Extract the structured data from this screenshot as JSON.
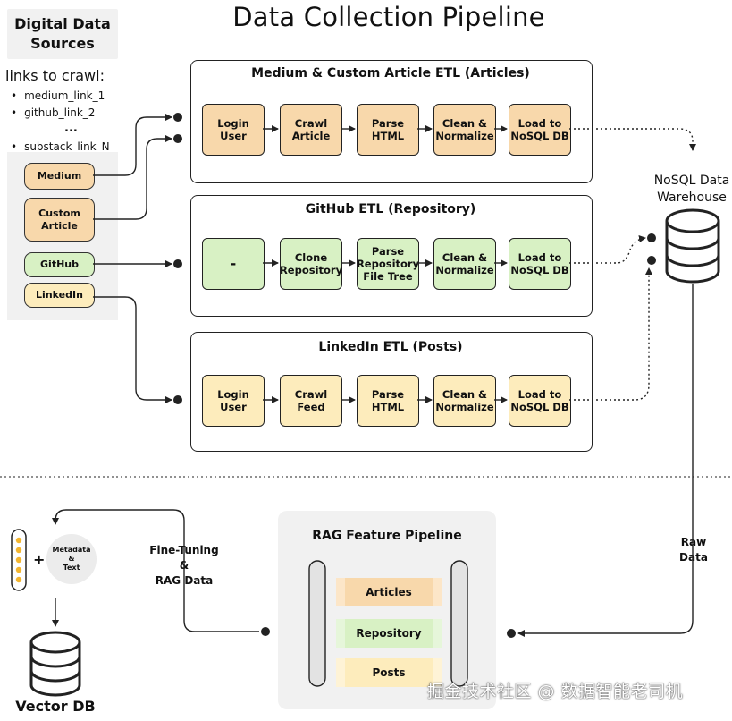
{
  "title": "Data Collection Pipeline",
  "sources": {
    "title_line1": "Digital Data",
    "title_line2": "Sources",
    "links_title": "links to crawl:",
    "links": [
      "medium_link_1",
      "github_link_2",
      "substack_link_N"
    ],
    "ellipsis": "...",
    "items": [
      {
        "label_line1": "Medium",
        "label_line2": "",
        "color": "#f8d8ab"
      },
      {
        "label_line1": "Custom",
        "label_line2": "Article",
        "color": "#f8d8ab"
      },
      {
        "label_line1": "GitHub",
        "label_line2": "",
        "color": "#d8f1c4"
      },
      {
        "label_line1": "LinkedIn",
        "label_line2": "",
        "color": "#fdecbc"
      }
    ]
  },
  "etl": [
    {
      "title": "Medium & Custom Article ETL (Articles)",
      "steps": [
        {
          "l1": "Login",
          "l2": "User",
          "l3": ""
        },
        {
          "l1": "Crawl",
          "l2": "Article",
          "l3": ""
        },
        {
          "l1": "Parse",
          "l2": "HTML",
          "l3": ""
        },
        {
          "l1": "Clean &",
          "l2": "Normalize",
          "l3": ""
        },
        {
          "l1": "Load to",
          "l2": "NoSQL DB",
          "l3": ""
        }
      ]
    },
    {
      "title": "GitHub ETL (Repository)",
      "steps": [
        {
          "l1": "-",
          "l2": "",
          "l3": ""
        },
        {
          "l1": "Clone",
          "l2": "Repository",
          "l3": ""
        },
        {
          "l1": "Parse",
          "l2": "Repository",
          "l3": "File Tree"
        },
        {
          "l1": "Clean &",
          "l2": "Normalize",
          "l3": ""
        },
        {
          "l1": "Load to",
          "l2": "NoSQL DB",
          "l3": ""
        }
      ]
    },
    {
      "title": "LinkedIn ETL (Posts)",
      "steps": [
        {
          "l1": "Login",
          "l2": "User",
          "l3": ""
        },
        {
          "l1": "Crawl",
          "l2": "Feed",
          "l3": ""
        },
        {
          "l1": "Parse",
          "l2": "HTML",
          "l3": ""
        },
        {
          "l1": "Clean &",
          "l2": "Normalize",
          "l3": ""
        },
        {
          "l1": "Load to",
          "l2": "NoSQL DB",
          "l3": ""
        }
      ]
    }
  ],
  "warehouse": {
    "line1": "NoSQL Data",
    "line2": "Warehouse"
  },
  "raw_data": {
    "line1": "Raw",
    "line2": "Data"
  },
  "rag": {
    "title": "RAG Feature Pipeline",
    "bars": [
      {
        "label": "Articles",
        "color": "#f8d8ab"
      },
      {
        "label": "Repository",
        "color": "#d8f1c4"
      },
      {
        "label": "Posts",
        "color": "#fdecbc"
      }
    ]
  },
  "fine_tuning": {
    "line1": "Fine-Tuning &",
    "line2": "RAG Data"
  },
  "vector": {
    "plus": "+",
    "meta_line1": "Metadata",
    "meta_line2": "&",
    "meta_line3": "Text",
    "label": "Vector DB"
  },
  "watermark": "掘金技术社区 @ 数据智能老司机",
  "colors": {
    "orange": "#f8d8ab",
    "green": "#d8f1c4",
    "yellow": "#fdecbc",
    "panel": "#f1f1f1"
  }
}
